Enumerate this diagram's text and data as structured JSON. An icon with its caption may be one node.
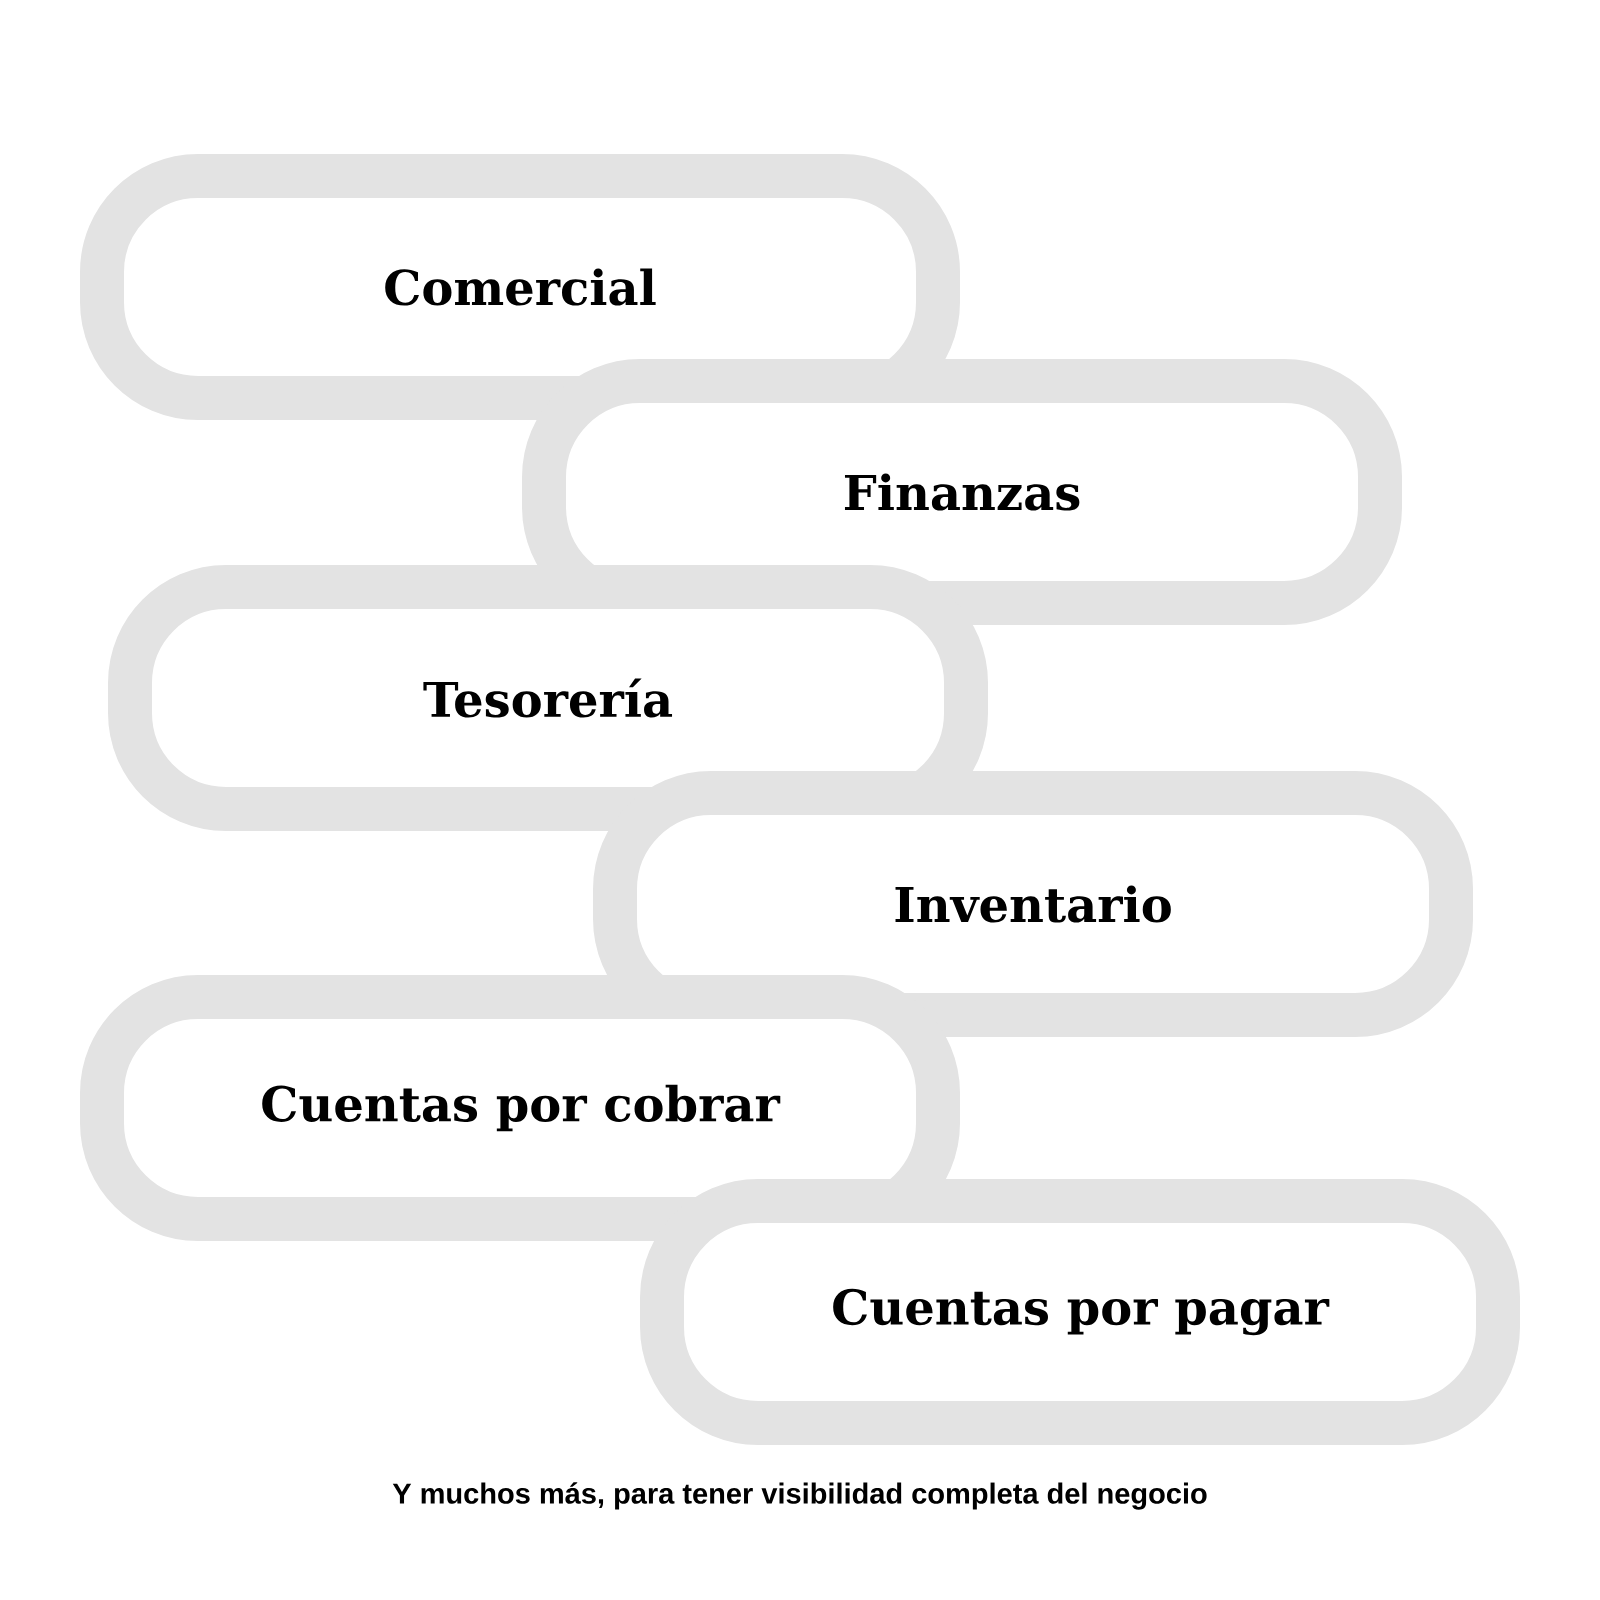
{
  "diagram": {
    "caption": "Y muchos más, para tener visibilidad completa del negocio",
    "nodes": [
      {
        "text": [
          "Comercial"
        ]
      },
      {
        "text": [
          "Finanzas"
        ]
      },
      {
        "text": [
          "Tesorería"
        ]
      },
      {
        "text": [
          "Inventario"
        ]
      },
      {
        "text": [
          "Cuentas por cobrar"
        ]
      },
      {
        "text": [
          "Cuentas por pagar"
        ]
      }
    ]
  }
}
